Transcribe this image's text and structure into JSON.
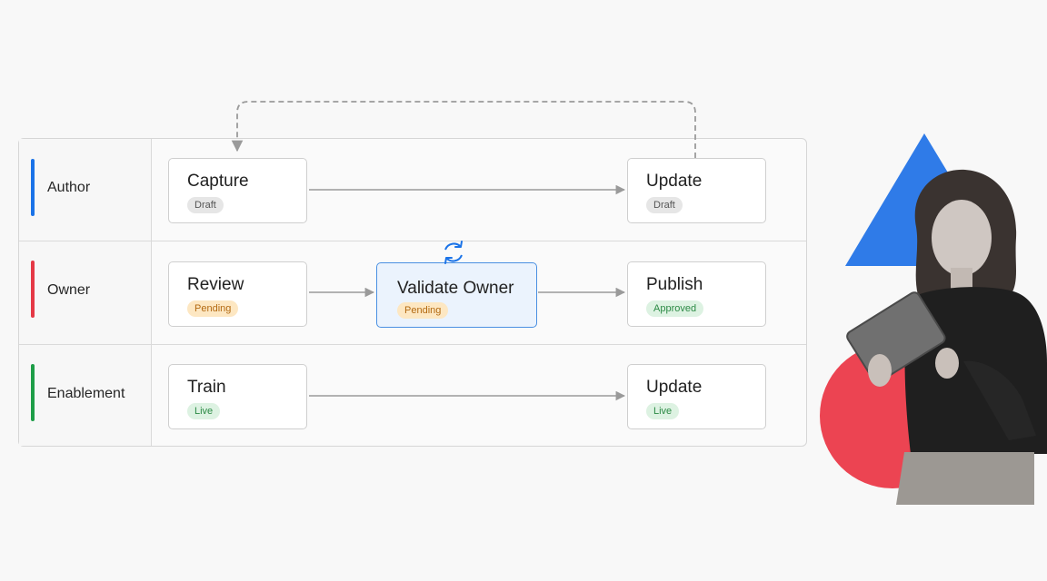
{
  "lanes": [
    {
      "label": "Author",
      "color": "#1a73e8"
    },
    {
      "label": "Owner",
      "color": "#e53946"
    },
    {
      "label": "Enablement",
      "color": "#1e9e48"
    }
  ],
  "nodes": {
    "capture": {
      "title": "Capture",
      "status": "Draft"
    },
    "update_author": {
      "title": "Update",
      "status": "Draft"
    },
    "review": {
      "title": "Review",
      "status": "Pending"
    },
    "validate_owner": {
      "title": "Validate Owner",
      "status": "Pending"
    },
    "publish": {
      "title": "Publish",
      "status": "Approved"
    },
    "train": {
      "title": "Train",
      "status": "Live"
    },
    "update_enablement": {
      "title": "Update",
      "status": "Live"
    }
  },
  "colors": {
    "connector": "#9a9a9a",
    "active_border": "#4a90e2",
    "deco_triangle": "#2f7be8",
    "deco_circle": "#ec4452"
  },
  "icons": {
    "loop": "refresh-icon"
  }
}
